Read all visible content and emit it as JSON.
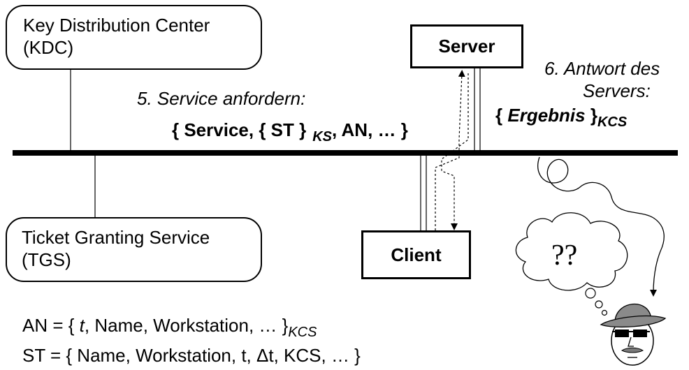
{
  "kdc": {
    "line1": "Key Distribution Center",
    "line2": "(KDC)"
  },
  "tgs": {
    "line1": "Ticket Granting Service",
    "line2": "(TGS)"
  },
  "server": {
    "label": "Server"
  },
  "client": {
    "label": "Client"
  },
  "step5": {
    "title": "5. Service anfordern:",
    "msg_open": "{ Service, { ST }",
    "msg_key": "KS",
    "msg_rest": ", AN, … }"
  },
  "step6": {
    "title_line1": "6. Antwort des",
    "title_line2": "Servers:",
    "msg_open": "{",
    "msg_word": "Ergebnis",
    "msg_close": "}",
    "msg_key": "KCS"
  },
  "thought": {
    "text": "??"
  },
  "formulas": {
    "an_prefix": "AN = {",
    "an_t": "t",
    "an_rest": ", Name, Workstation, … }",
    "an_key": "KCS",
    "st": "ST = { Name, Workstation, t, Δt, KCS, … }"
  }
}
